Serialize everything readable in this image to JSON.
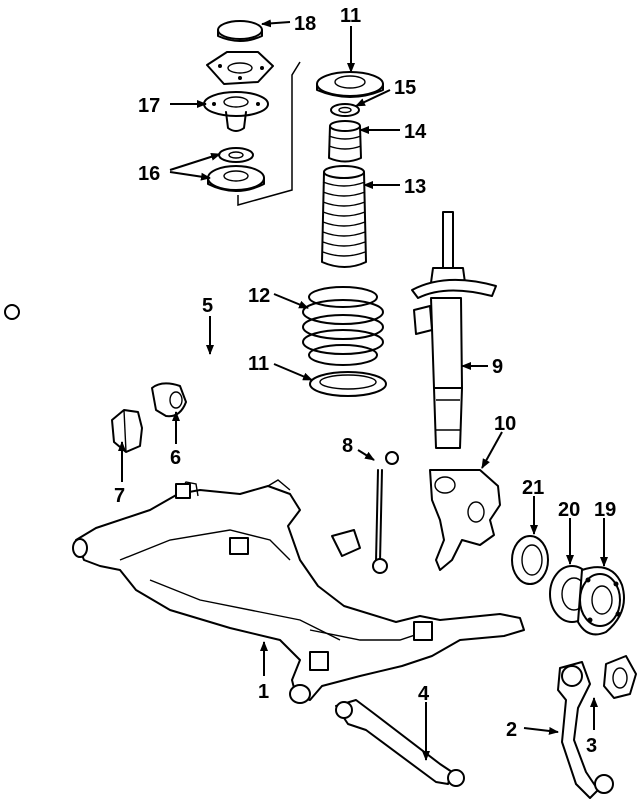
{
  "diagram": {
    "callouts": {
      "c1": "1",
      "c2": "2",
      "c3": "3",
      "c4": "4",
      "c5": "5",
      "c6": "6",
      "c7": "7",
      "c8": "8",
      "c9": "9",
      "c10": "10",
      "c11_top": "11",
      "c11_low": "11",
      "c12": "12",
      "c13": "13",
      "c14": "14",
      "c15": "15",
      "c16": "16",
      "c17": "17",
      "c18": "18",
      "c19": "19",
      "c20": "20",
      "c21": "21"
    }
  }
}
